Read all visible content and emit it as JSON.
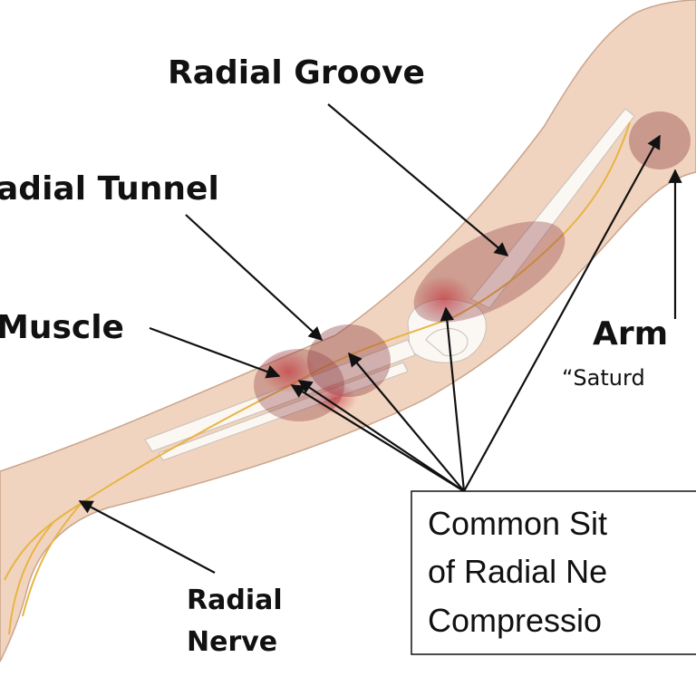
{
  "labels": {
    "radial_groove": "Radial Groove",
    "radial_tunnel": "adial Tunnel",
    "muscle": "Muscle",
    "armpit": "Arm",
    "armpit_subtitle": "“Saturd",
    "radial_nerve_line1": "Radial",
    "radial_nerve_line2": "Nerve"
  },
  "info_box": {
    "line1": "Common Sit",
    "line2": "of Radial Ne",
    "line3": "Compressio"
  },
  "colors": {
    "skin": "#f1d4bf",
    "skin_outline": "#c9a48c",
    "bone": "#fbf7f3",
    "bone_outline": "#c8bfb6",
    "nerve": "#e8b445",
    "site": "#8b3a3e",
    "arrow": "#111111"
  }
}
